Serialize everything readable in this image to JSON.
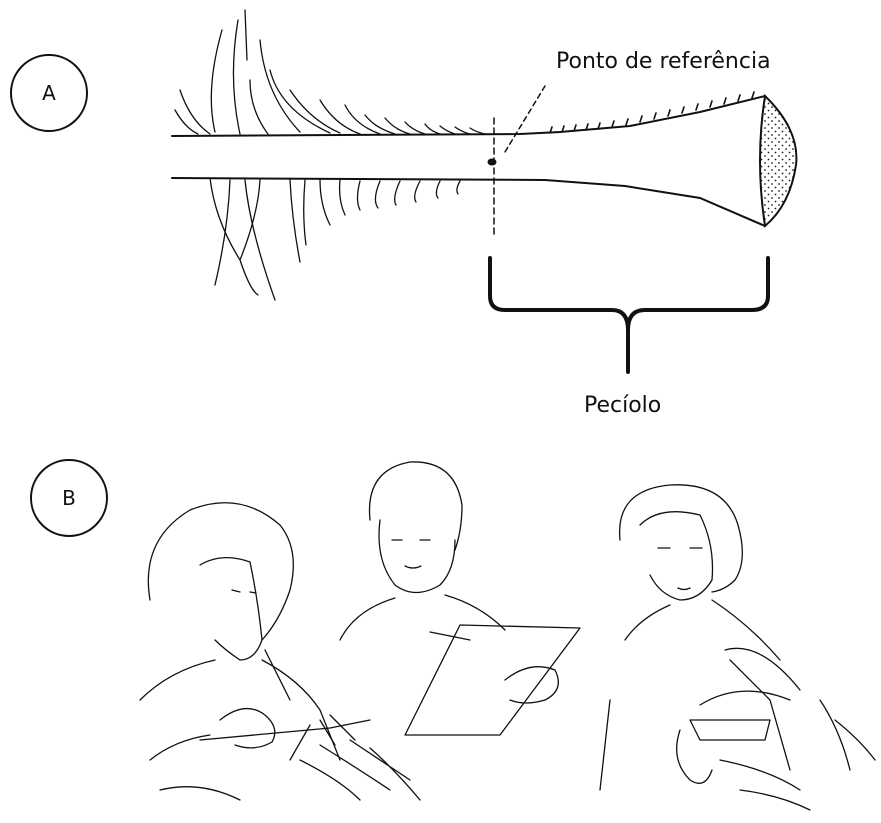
{
  "panels": {
    "a": "A",
    "b": "B"
  },
  "labels": {
    "reference_point": "Ponto de referência",
    "petiole": "Pecíolo"
  }
}
